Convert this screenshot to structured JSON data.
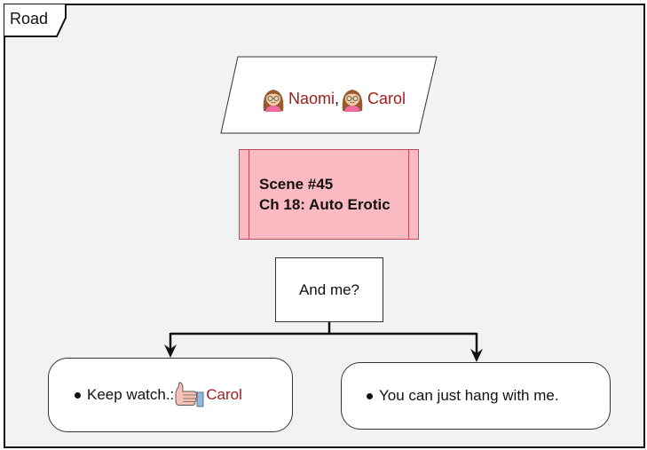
{
  "location": {
    "label": "Road"
  },
  "characters": [
    {
      "name": "Naomi",
      "icon": "woman-face-icon"
    },
    {
      "name": "Carol",
      "icon": "woman-face-icon"
    }
  ],
  "separator": ",",
  "scene": {
    "number": "Scene #45",
    "chapter": "Ch 18: Auto Erotic"
  },
  "dialog": {
    "text": "And me?"
  },
  "choices": [
    {
      "text": "Keep watch.:",
      "icon": "thumbs-up-hand-icon",
      "character": "Carol"
    },
    {
      "text": "You can just hang with me."
    }
  ],
  "colors": {
    "character_name": "#a11d1d",
    "scene_fill": "#fbb9c2",
    "scene_border": "#c24b5a",
    "frame_fill": "#f2f2f2"
  }
}
